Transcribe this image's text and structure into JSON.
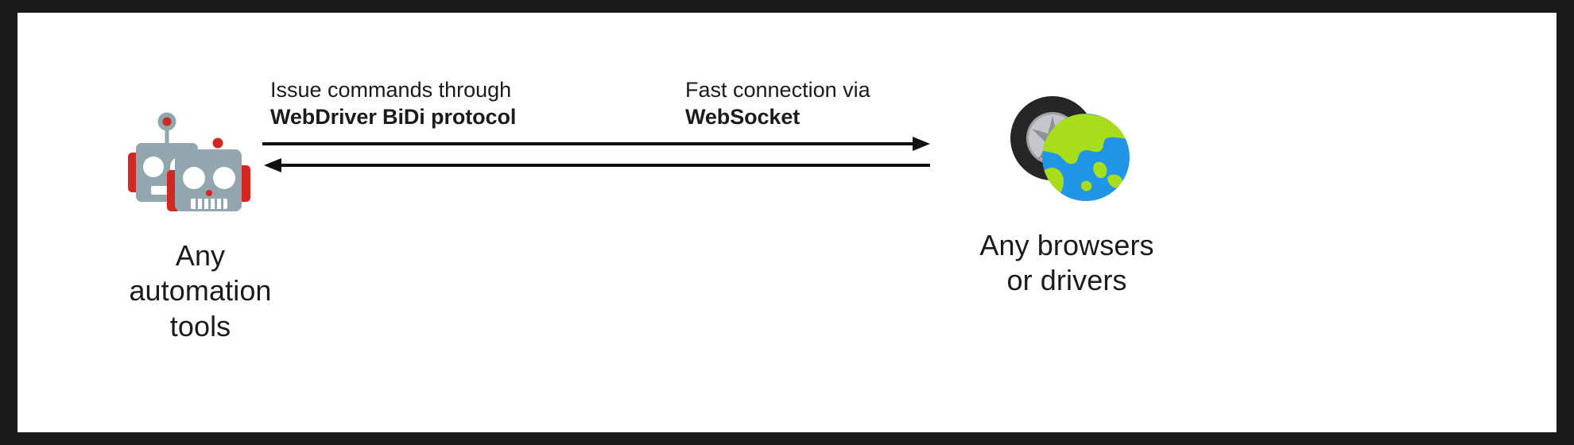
{
  "diagram": {
    "frame_color": "#1a1a1a",
    "canvas_color": "#ffffff",
    "text_color": "#1b1b1b",
    "nodes": {
      "left": {
        "icon": "robot-icon",
        "icon_colors": {
          "body": "#92a6b0",
          "accent": "#d32822",
          "face": "#ffffff"
        },
        "label_line_1": "Any",
        "label_line_2": "automation",
        "label_line_3": "tools"
      },
      "right": {
        "icon_back": "tire-wheel-icon",
        "icon_front": "globe-earth-icon",
        "icon_colors": {
          "tire": "#262626",
          "rim": "#b9bcbf",
          "ocean": "#2196e8",
          "land": "#a8dd1c"
        },
        "label_line_1": "Any browsers",
        "label_line_2": "or drivers"
      }
    },
    "annotations": {
      "commands": {
        "line_regular": "Issue commands through",
        "line_bold": "WebDriver BiDi protocol"
      },
      "transport": {
        "line_regular": "Fast connection via",
        "line_bold": "WebSocket"
      }
    },
    "arrows": {
      "stroke_color": "#111111",
      "forward_direction": "left-to-right",
      "reverse_direction": "right-to-left"
    }
  }
}
